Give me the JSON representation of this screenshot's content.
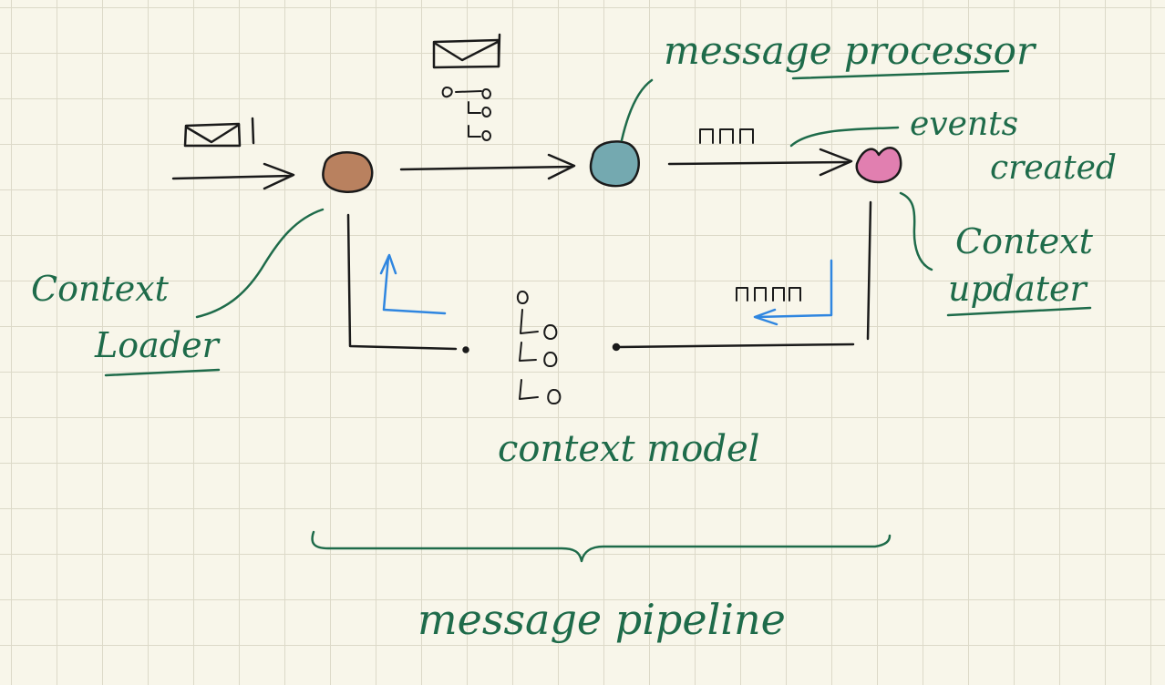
{
  "labels": {
    "message_processor": "message processor",
    "events_created_1": "events",
    "events_created_2": "created",
    "context_updater_1": "Context",
    "context_updater_2": "updater",
    "context_loader_1": "Context",
    "context_loader_2": "Loader",
    "context_model": "context model",
    "message_pipeline": "message pipeline"
  },
  "colors": {
    "ink_black": "#1a1a1a",
    "ink_green": "#1e6b4a",
    "ink_blue": "#2f86e0",
    "loader_node": "#b9815f",
    "processor_node": "#74a9b0",
    "updater_node": "#e17fb0",
    "paper": "#f8f6ea",
    "grid": "#dcd9c8"
  },
  "icons": {
    "message": "envelope-icon",
    "events": "event-boxes-icon",
    "context": "tree-structure-icon"
  }
}
